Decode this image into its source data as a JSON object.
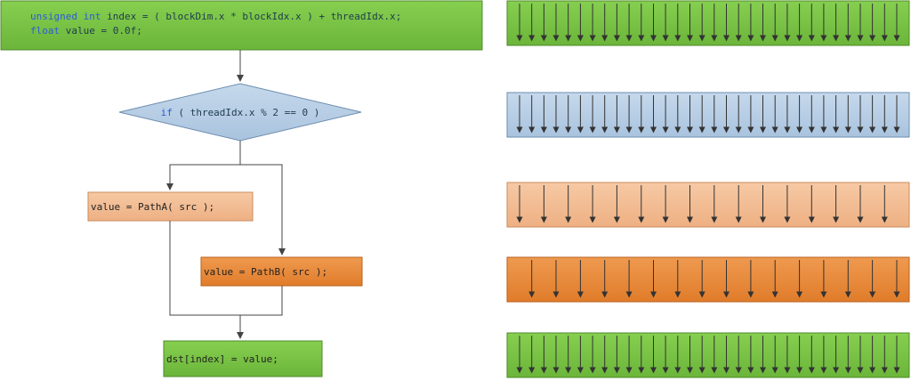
{
  "colors": {
    "green_fill": "#76c043",
    "green_stroke": "#4f8a2a",
    "blue_fill": "#b8cfe4",
    "blue_stroke": "#6d8eb0",
    "light_orange_fill": "#f2bc93",
    "light_orange_stroke": "#c98d5f",
    "orange_fill": "#e9893a",
    "orange_stroke": "#b8621e",
    "line": "#555555",
    "keyword": "#2e5bd6"
  },
  "flowchart": {
    "start_block": {
      "line1_keyword": "unsigned int",
      "line1_rest": " index = ( blockDim.x * blockIdx.x ) + threadIdx.x;",
      "line2_keyword": "float",
      "line2_rest": " value = 0.0f;"
    },
    "decision": {
      "keyword": "if",
      "condition": " ( threadIdx.x % 2 == 0 )"
    },
    "path_a": {
      "label": "value = PathA( src );"
    },
    "path_b": {
      "label": "value = PathB( src );"
    },
    "end_block": {
      "label": "dst[index] = value;"
    }
  },
  "thread_lanes": [
    {
      "name": "all-threads-start",
      "color": "green",
      "arrows": 32,
      "offset": 0
    },
    {
      "name": "all-threads-branch",
      "color": "blue",
      "arrows": 32,
      "offset": 0
    },
    {
      "name": "path-a-threads",
      "color": "light_orange",
      "arrows": 16,
      "offset": 0
    },
    {
      "name": "path-b-threads",
      "color": "orange",
      "arrows": 16,
      "offset": 1
    },
    {
      "name": "all-threads-end",
      "color": "green",
      "arrows": 32,
      "offset": 0
    }
  ]
}
